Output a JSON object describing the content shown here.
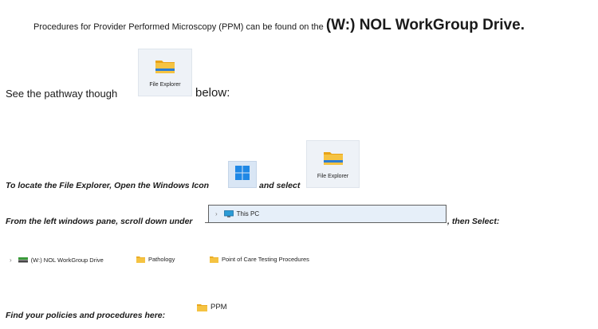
{
  "intro": {
    "prefix": "Procedures for Provider Performed Microscopy (PPM) can be found on the ",
    "drive": "(W:) NOL WorkGroup Drive",
    "suffix": "."
  },
  "pathway": {
    "before": "See the pathway though",
    "icon_caption": "File Explorer",
    "after": "below:"
  },
  "locate": {
    "text_before": "To locate the File Explorer, Open the Windows Icon",
    "text_after": "and select",
    "icon_caption": "File Explorer"
  },
  "left_pane": {
    "text_before": "From the left windows pane, scroll down under",
    "this_pc_label": "This PC",
    "text_after": ", then Select:"
  },
  "path_items": {
    "drive": "(W:) NOL WorkGroup Drive",
    "folder1": "Pathology",
    "folder2": "Point of Care Testing Procedures"
  },
  "find": {
    "text": "Find your policies and procedures here:",
    "folder": "PPM"
  },
  "icons": {
    "file_explorer": "folder-icon",
    "windows": "windows-icon",
    "monitor": "monitor-icon",
    "drive": "network-drive-icon",
    "chevron": "chevron-right-icon"
  },
  "colors": {
    "folder_body": "#f5c342",
    "folder_tab": "#e8a317",
    "explorer_bar": "#2b7cd3",
    "windows_blue": "#1f88e5"
  }
}
